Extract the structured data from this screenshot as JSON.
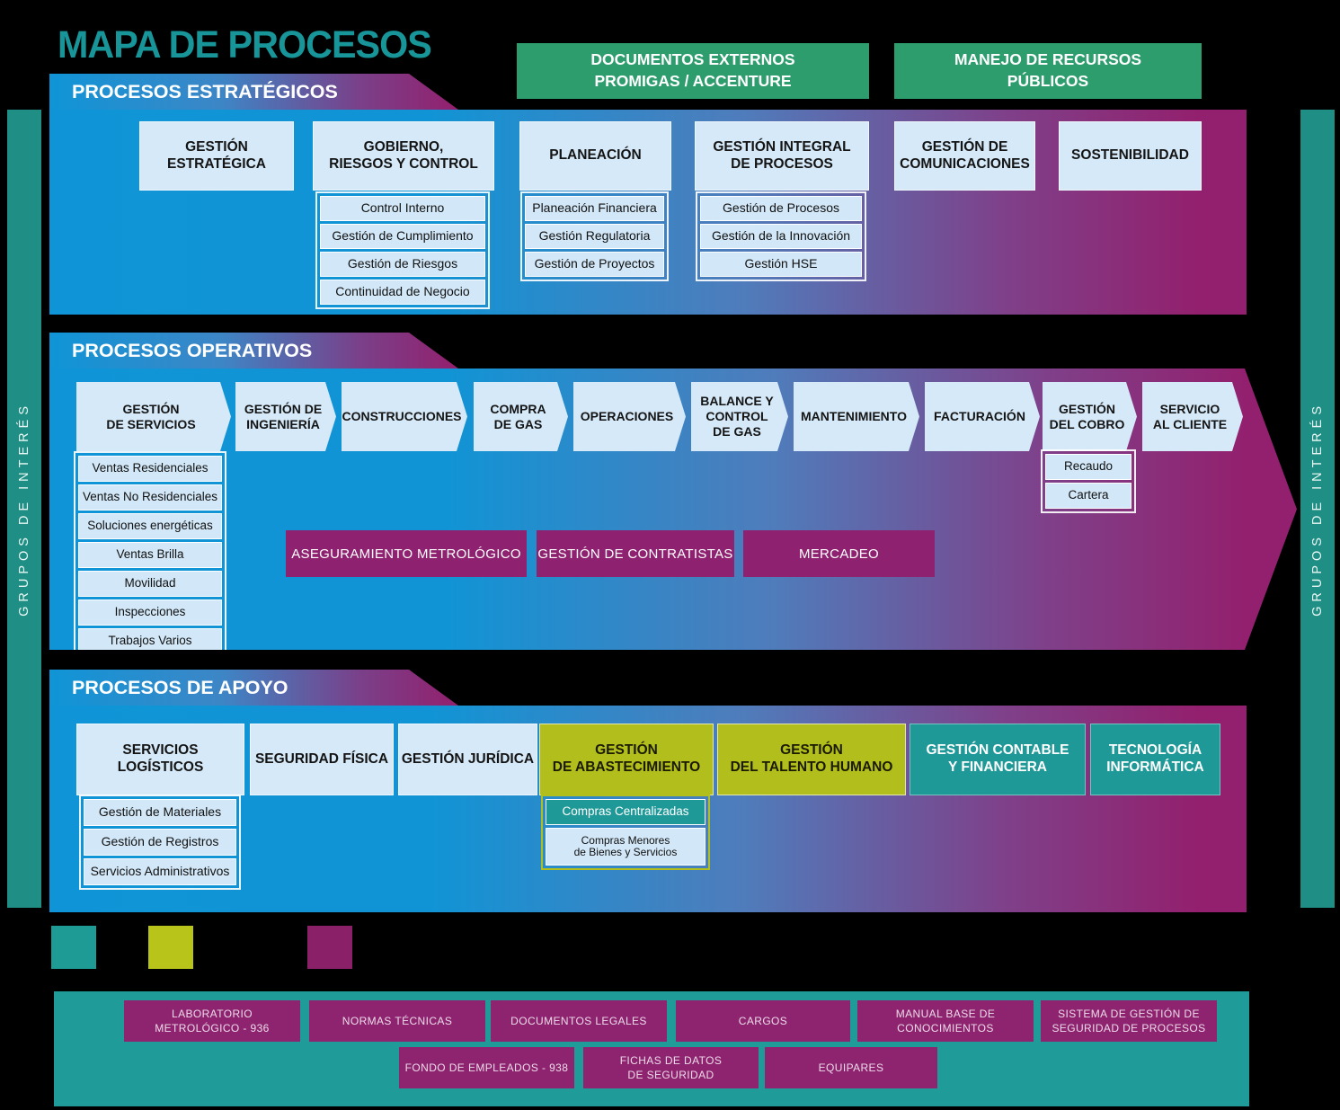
{
  "title": "MAPA DE PROCESOS",
  "side_bars": {
    "left": "GRUPOS DE INTERÉS",
    "right": "GRUPOS DE INTERÉS"
  },
  "top_banners": [
    {
      "label": "DOCUMENTOS EXTERNOS\nPROMIGAS / ACCENTURE"
    },
    {
      "label": "MANEJO DE RECURSOS\nPÚBLICOS"
    }
  ],
  "strategic": {
    "header": "PROCESOS ESTRATÉGICOS",
    "boxes": [
      {
        "label": "GESTIÓN\nESTRATÉGICA"
      },
      {
        "label": "GOBIERNO,\nRIESGOS Y CONTROL",
        "children": [
          "Control Interno",
          "Gestión de Cumplimiento",
          "Gestión de Riesgos",
          "Continuidad de Negocio"
        ]
      },
      {
        "label": "PLANEACIÓN",
        "children": [
          "Planeación Financiera",
          "Gestión Regulatoria",
          "Gestión de Proyectos"
        ]
      },
      {
        "label": "GESTIÓN INTEGRAL\nDE PROCESOS",
        "children": [
          "Gestión de Procesos",
          "Gestión de la Innovación",
          "Gestión HSE"
        ]
      },
      {
        "label": "GESTIÓN DE\nCOMUNICACIONES"
      },
      {
        "label": "SOSTENIBILIDAD"
      }
    ]
  },
  "operative": {
    "header": "PROCESOS OPERATIVOS",
    "chain": [
      {
        "label": "GESTIÓN\nDE SERVICIOS",
        "children": [
          "Ventas Residenciales",
          "Ventas No Residenciales",
          "Soluciones energéticas",
          "Ventas Brilla",
          "Movilidad",
          "Inspecciones",
          "Trabajos Varios"
        ]
      },
      {
        "label": "GESTIÓN DE\nINGENIERÍA"
      },
      {
        "label": "CONSTRUCCIONES"
      },
      {
        "label": "COMPRA\nDE GAS"
      },
      {
        "label": "OPERACIONES"
      },
      {
        "label": "BALANCE Y\nCONTROL\nDE GAS"
      },
      {
        "label": "MANTENIMIENTO"
      },
      {
        "label": "FACTURACIÓN"
      },
      {
        "label": "GESTIÓN\nDEL COBRO",
        "children": [
          "Recaudo",
          "Cartera"
        ]
      },
      {
        "label": "SERVICIO\nAL CLIENTE"
      }
    ],
    "transversal": [
      "ASEGURAMIENTO METROLÓGICO",
      "GESTIÓN DE CONTRATISTAS",
      "MERCADEO"
    ]
  },
  "support": {
    "header": "PROCESOS DE APOYO",
    "boxes": [
      {
        "label": "SERVICIOS\nLOGÍSTICOS",
        "children": [
          "Gestión de Materiales",
          "Gestión de Registros",
          "Servicios Administrativos"
        ]
      },
      {
        "label": "SEGURIDAD FÍSICA"
      },
      {
        "label": "GESTIÓN JURÍDICA"
      },
      {
        "label": "GESTIÓN\nDE ABASTECIMIENTO",
        "children": [
          "Compras Centralizadas",
          "Compras Menores\nde Bienes y Servicios"
        ]
      },
      {
        "label": "GESTIÓN\nDEL TALENTO HUMANO"
      },
      {
        "label": "GESTIÓN CONTABLE\nY FINANCIERA"
      },
      {
        "label": "TECNOLOGÍA\nINFORMÁTICA"
      }
    ]
  },
  "legend": {
    "swatches": [
      "#1F9B95",
      "#B8C41A",
      "#8A2168"
    ]
  },
  "bottom_band": {
    "row1": [
      "LABORATORIO\nMETROLÓGICO - 936",
      "NORMAS TÉCNICAS",
      "DOCUMENTOS LEGALES",
      "CARGOS",
      "MANUAL BASE DE\nCONOCIMIENTOS",
      "SISTEMA DE GESTIÓN DE\nSEGURIDAD DE PROCESOS"
    ],
    "row2": [
      "FONDO DE EMPLEADOS - 938",
      "FICHAS DE DATOS\nDE SEGURIDAD",
      "EQUIPARES"
    ]
  },
  "colors": {
    "title-teal": "#189599",
    "banner-green": "#2E9D6E",
    "band-blue": "#0F95D7",
    "band-purple": "#93206E",
    "box-light": "#D5E9F8",
    "box-purple": "#8E2170",
    "box-lime": "#B2BE1C",
    "box-teal": "#1F9898",
    "sidebar-teal": "#1F8F85",
    "bottom-band-teal": "#1F9B99",
    "bottom-box-purple": "#8E2470"
  }
}
